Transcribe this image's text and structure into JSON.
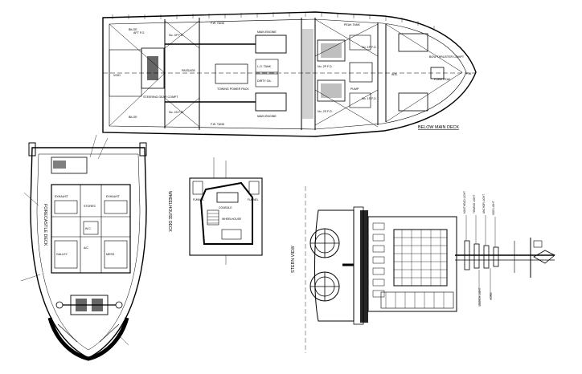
{
  "views": {
    "below_main_deck": {
      "caption": "BELOW MAIN DECK",
      "labels": {
        "void": "VOID",
        "aft_fuel": "AFT F.O.",
        "steering_gear": "STEERING GEAR COMPT",
        "no4_port": "No. 4P F.O.",
        "no4_stbd": "No. 4S F.O.",
        "passage": "PASSAGE",
        "towing_power": "TOWING POWER PACK",
        "main_engine_port": "MAIN ENGINE",
        "main_engine_stbd": "MAIN ENGINE",
        "lo_tank": "L.O. TANK",
        "dirty_oil": "DIRTY OIL",
        "fw_tank_port": "F.W. TANK",
        "fw_tank_stbd": "F.W. TANK",
        "peak_tank": "PEAK TANK",
        "no2p": "No. 2P F.O.",
        "no2s": "No. 2S F.O.",
        "no1p": "No. 1P F.O.",
        "no1s": "No. 1S F.O.",
        "bow_thruster": "BOW THRUSTER COMPT",
        "fore_peak": "FORE PEAK",
        "fw": "F.W.",
        "bilge_port": "BILGE",
        "bilge_stbd": "BILGE",
        "pump": "PUMP",
        "wb": "W.B."
      }
    },
    "forecastle_deck": {
      "caption": "FORECASTLE DECK",
      "labels": {
        "exhaust_port": "EXHAUST",
        "exhaust_stbd": "EXHAUST",
        "stores": "STORES",
        "galley": "GALLEY",
        "mess": "MESS",
        "wc": "W.C.",
        "ac": "A/C"
      }
    },
    "wheelhouse_deck": {
      "caption": "WHEELHOUSE DECK",
      "labels": {
        "funnel_port": "FUNNEL",
        "funnel_stbd": "FUNNEL",
        "wheelhouse": "WHEELHOUSE",
        "console": "CONSOLE"
      }
    },
    "stern_view": {
      "caption": "STERN VIEW"
    },
    "profile_view": {
      "masthead_labels": [
        "MASTHEAD LIGHT",
        "TOWING LIGHT",
        "ANCHOR LIGHT",
        "SIDE LIGHT",
        "SEARCH LIGHT",
        "HORN"
      ]
    }
  }
}
